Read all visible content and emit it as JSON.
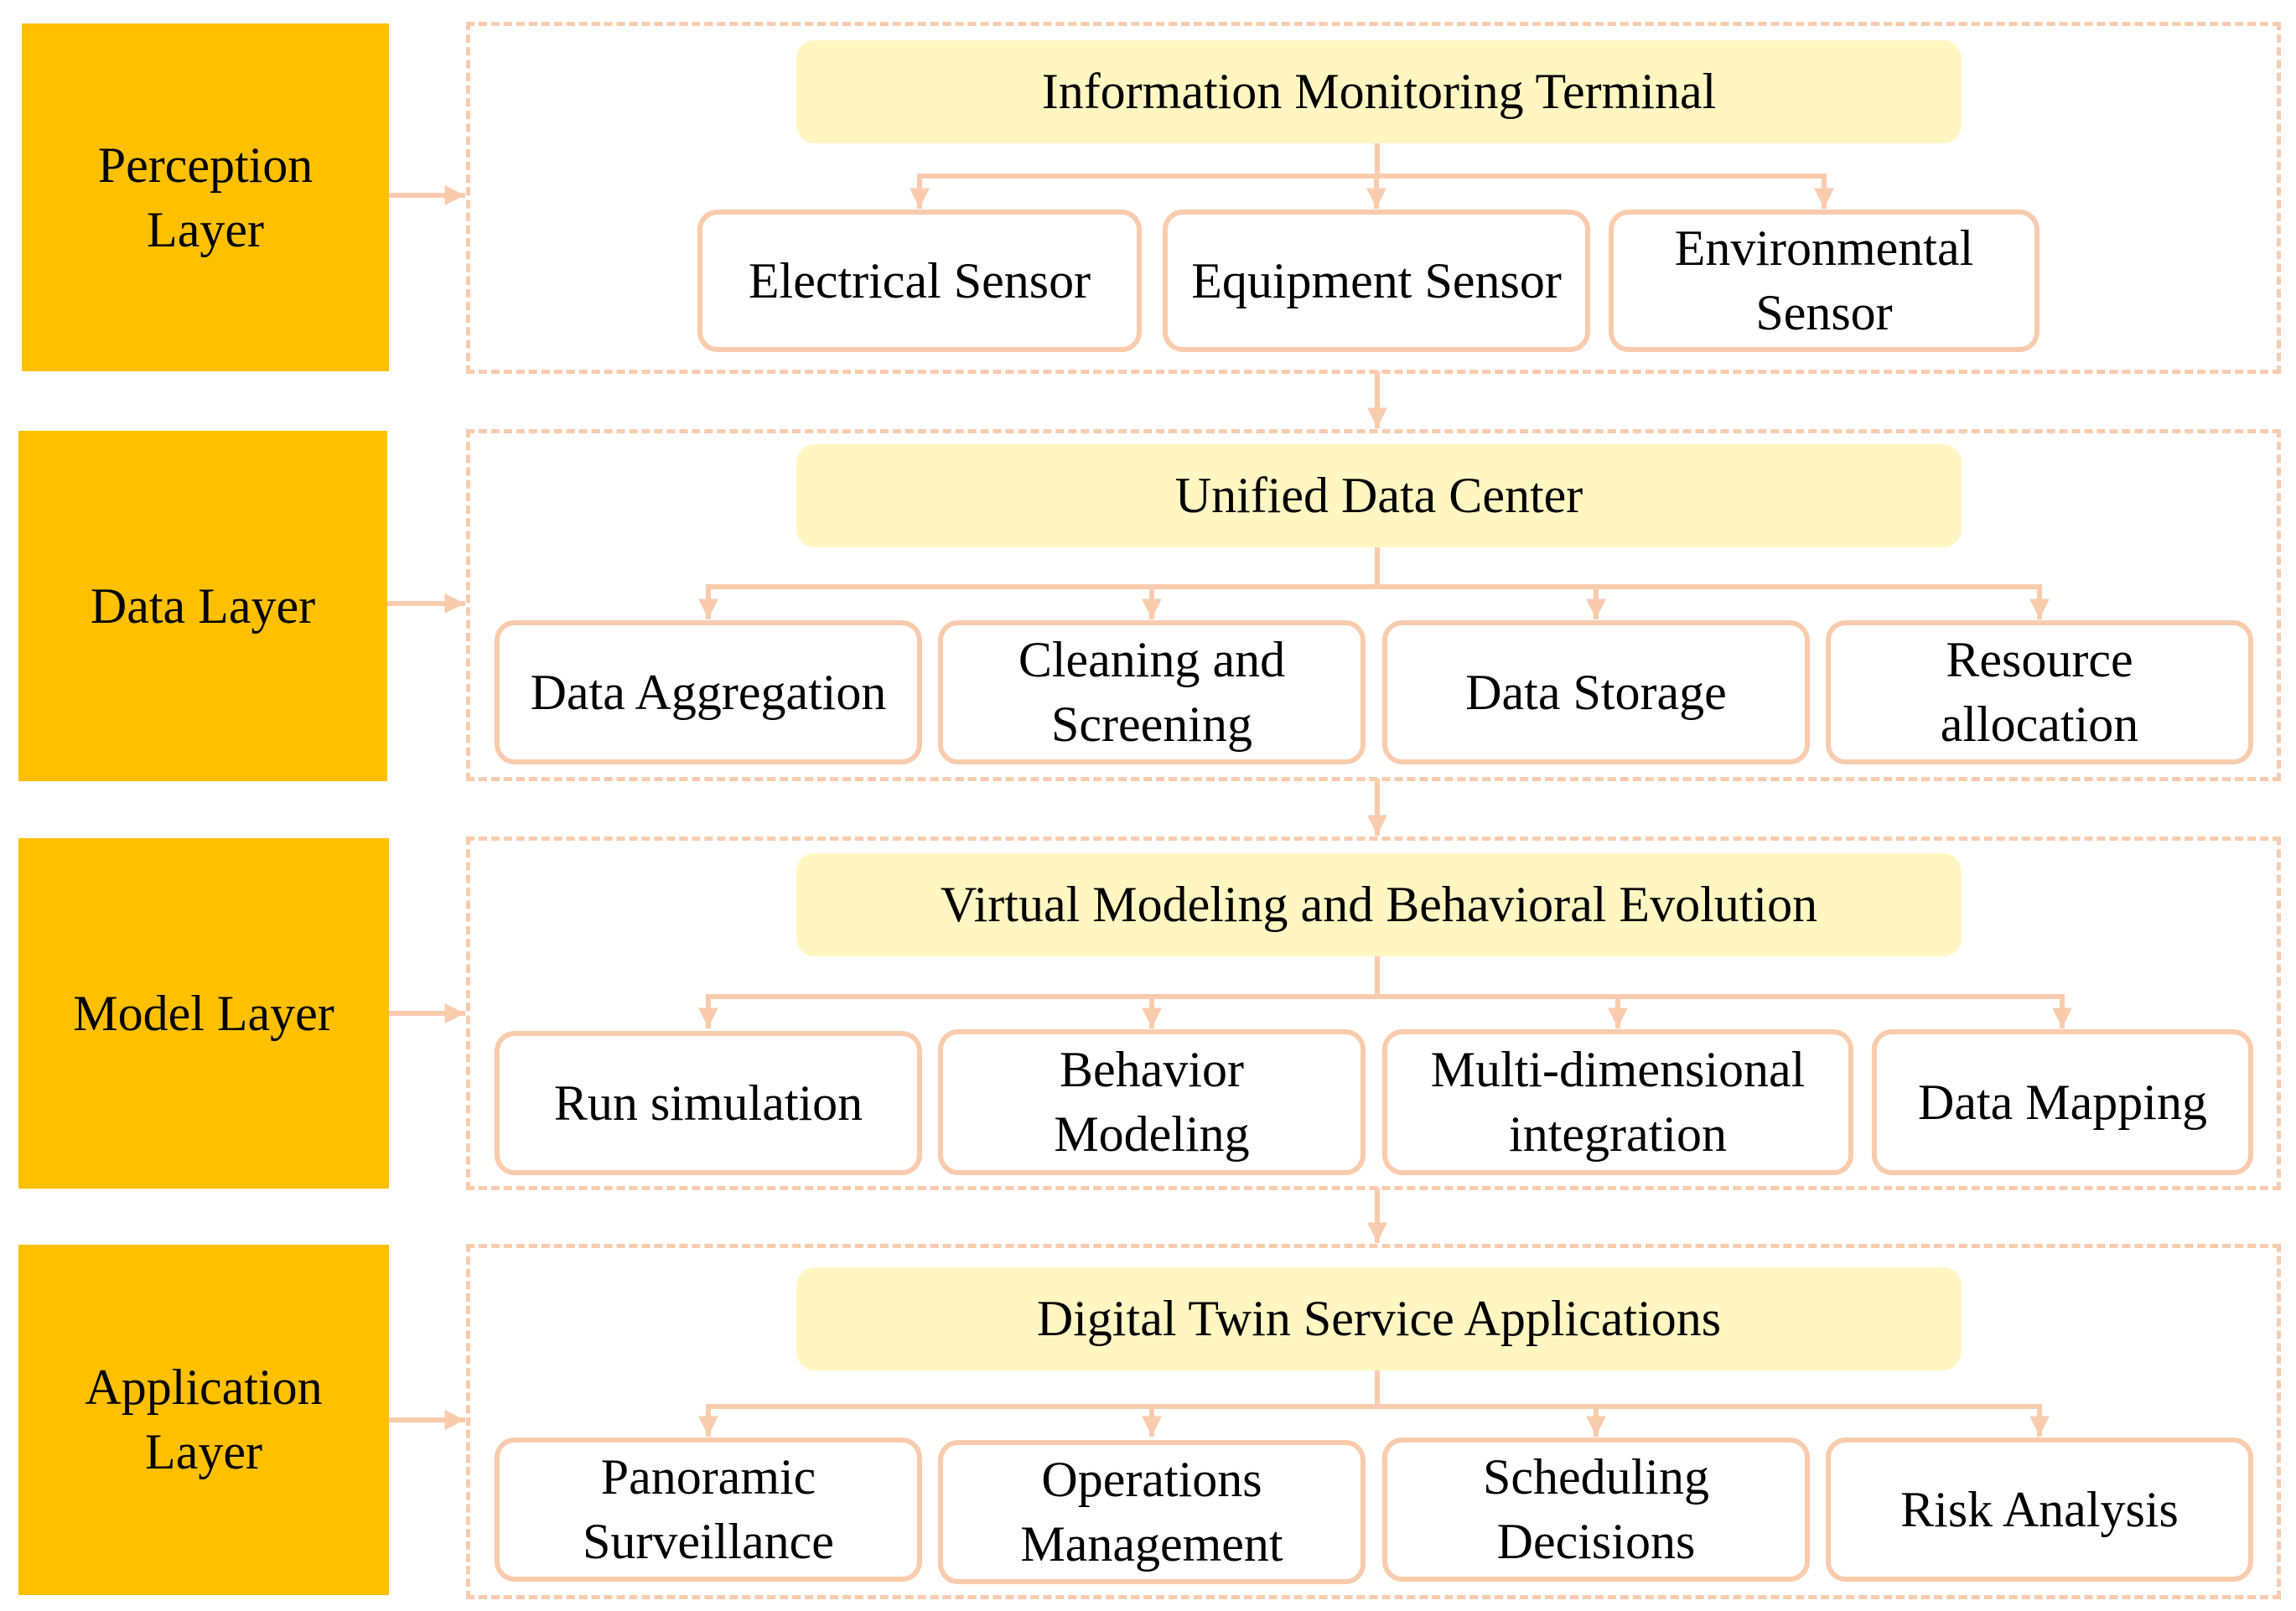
{
  "colors": {
    "layer_fill": "#FFC000",
    "header_fill": "#FFF6C1",
    "line": "#F8CBAD"
  },
  "layers": [
    {
      "label": "Perception Layer",
      "header": "Information Monitoring Terminal",
      "children": [
        "Electrical Sensor",
        "Equipment Sensor",
        "Environmental Sensor"
      ]
    },
    {
      "label": "Data Layer",
      "header": "Unified Data Center",
      "children": [
        "Data Aggregation",
        "Cleaning and Screening",
        "Data Storage",
        "Resource allocation"
      ]
    },
    {
      "label": "Model Layer",
      "header": "Virtual Modeling and Behavioral Evolution",
      "children": [
        "Run simulation",
        "Behavior Modeling",
        "Multi-dimensional integration",
        "Data Mapping"
      ]
    },
    {
      "label": "Application Layer",
      "header": "Digital Twin Service Applications",
      "children": [
        "Panoramic Surveillance",
        "Operations Management",
        "Scheduling Decisions",
        "Risk Analysis"
      ]
    }
  ]
}
